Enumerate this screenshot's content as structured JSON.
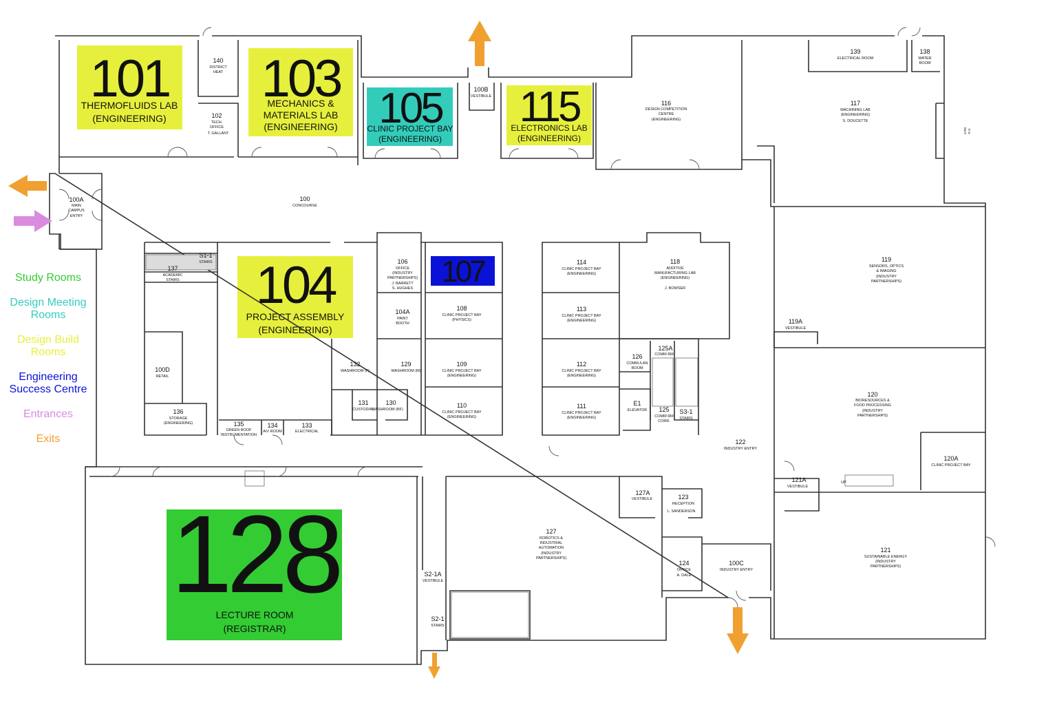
{
  "colors": {
    "study": "#33cc33",
    "design_meeting": "#33ccbb",
    "design_build": "#e6f03c",
    "success": "#0a12d6",
    "entrance": "#d98be0",
    "exit": "#f0a030",
    "wall": "#333333"
  },
  "legend": [
    {
      "label": "Study Rooms",
      "color": "#33cc33"
    },
    {
      "label": "Design Meeting Rooms",
      "color": "#33ccbb"
    },
    {
      "label": "Design Build Rooms",
      "color": "#e6f03c"
    },
    {
      "label": "Engineering Success Centre",
      "color": "#0a12d6"
    },
    {
      "label": "Entrances",
      "color": "#d98be0"
    },
    {
      "label": "Exits",
      "color": "#f0a030"
    }
  ],
  "highlight_rooms": {
    "r101": {
      "num": "101",
      "l1": "THERMOFLUIDS LAB",
      "l2": "(ENGINEERING)"
    },
    "r103": {
      "num": "103",
      "l1": "MECHANICS &",
      "l2": "MATERIALS LAB",
      "l3": "(ENGINEERING)"
    },
    "r105": {
      "num": "105",
      "l1": "CLINIC PROJECT BAY",
      "l2": "(ENGINEERING)"
    },
    "r115": {
      "num": "115",
      "l1": "ELECTRONICS LAB",
      "l2": "(ENGINEERING)"
    },
    "r104": {
      "num": "104",
      "l1": "PROJECT ASSEMBLY",
      "l2": "(ENGINEERING)"
    },
    "r107": {
      "num": "107"
    },
    "r128": {
      "num": "128",
      "l1": "LECTURE ROOM",
      "l2": "(REGISTRAR)"
    }
  },
  "rooms": {
    "r140": {
      "num": "140",
      "l1": "DISTRICT",
      "l2": "HEAT"
    },
    "r102": {
      "num": "102",
      "l1": "TECH.",
      "l2": "OFFICE",
      "l3": "T. GALLANT"
    },
    "r100b": {
      "num": "100B",
      "l1": "VESTIBULE"
    },
    "r116": {
      "num": "116",
      "l1": "DESIGN COMPETITION",
      "l2": "CENTRE",
      "l3": "(ENGINEERING)"
    },
    "r139": {
      "num": "139",
      "l1": "ELECTRICAL ROOM"
    },
    "r138": {
      "num": "138",
      "l1": "WATER",
      "l2": "ROOM"
    },
    "r117": {
      "num": "117",
      "l1": "MACHINING LAB",
      "l2": "(ENGINEERING)",
      "l3": "S. DOUCETTE"
    },
    "r100a": {
      "num": "100A",
      "l1": "MAIN",
      "l2": "CAMPUS",
      "l3": "ENTRY"
    },
    "r100": {
      "num": "100",
      "l1": "CONCOURSE"
    },
    "rs11": {
      "num": "S1-1",
      "l1": "STAIRS"
    },
    "r137": {
      "num": "137",
      "l1": "ACADEMIC",
      "l2": "STAIRS"
    },
    "r106": {
      "num": "106",
      "l1": "OFFICE",
      "l2": "(INDUSTRY",
      "l3": "PARTNERSHIPS)",
      "l4": "J. BARRETT",
      "l5": "S. HUGHES"
    },
    "r104a": {
      "num": "104A",
      "l1": "PAINT",
      "l2": "BOOTH"
    },
    "r108": {
      "num": "108",
      "l1": "CLINIC PROJECT BAY",
      "l2": "(PHYSICS)"
    },
    "r109": {
      "num": "109",
      "l1": "CLINIC PROJECT BAY",
      "l2": "(ENGINEERING)"
    },
    "r110": {
      "num": "110",
      "l1": "CLINIC PROJECT BAY",
      "l2": "(ENGINEERING)"
    },
    "r132": {
      "num": "132",
      "l1": "WASHROOM (F)"
    },
    "r129": {
      "num": "129",
      "l1": "WASHROOM (M)"
    },
    "r131": {
      "num": "131",
      "l1": "CUSTODIAL"
    },
    "r130": {
      "num": "130",
      "l1": "WASHROOM (BF)"
    },
    "r100d": {
      "num": "100D",
      "l1": "RETAIL"
    },
    "r136": {
      "num": "136",
      "l1": "STORAGE",
      "l2": "(ENGINEERING)"
    },
    "r135": {
      "num": "135",
      "l1": "GREEN ROOF",
      "l2": "INSTRUMENTATION"
    },
    "r134": {
      "num": "134",
      "l1": "A/V ROOM"
    },
    "r133": {
      "num": "133",
      "l1": "ELECTRICAL"
    },
    "r114": {
      "num": "114",
      "l1": "CLINIC PROJECT BAY",
      "l2": "(ENGINEERING)"
    },
    "r113": {
      "num": "113",
      "l1": "CLINIC PROJECT BAY",
      "l2": "(ENGINEERING)"
    },
    "r112": {
      "num": "112",
      "l1": "CLINIC PROJECT BAY",
      "l2": "(ENGINEERING)"
    },
    "r111": {
      "num": "111",
      "l1": "CLINIC PROJECT BAY",
      "l2": "(ENGINEERING)"
    },
    "r118": {
      "num": "118",
      "l1": "ADDITIVE",
      "l2": "MANUFACTURING LAB",
      "l3": "(ENGINEERING)",
      "l4": "J. BOWSER"
    },
    "r126": {
      "num": "126",
      "l1": "COMM./LAN",
      "l2": "ROOM"
    },
    "r125a": {
      "num": "125A",
      "l1": "COMM RM"
    },
    "r125": {
      "num": "125",
      "l1": "COMM RM",
      "l2": "CORR."
    },
    "re1": {
      "num": "E1",
      "l1": "ELEVATOR"
    },
    "rs31": {
      "num": "S3-1",
      "l1": "STAIRS"
    },
    "r122": {
      "num": "122",
      "l1": "INDUSTRY ENTRY"
    },
    "r119": {
      "num": "119",
      "l1": "SENSORS, OPTICS",
      "l2": "& IMAGING",
      "l3": "(INDUSTRY",
      "l4": "PARTNERSHIPS)"
    },
    "r119a": {
      "num": "119A",
      "l1": "VESTIBULE"
    },
    "r120": {
      "num": "120",
      "l1": "BIORESOURCES &",
      "l2": "FOOD PROCESSING",
      "l3": "(INDUSTRY",
      "l4": "PARTNERSHIPS)"
    },
    "r120a": {
      "num": "120A",
      "l1": "CLINIC PROJECT BAY"
    },
    "r121a": {
      "num": "121A",
      "l1": "VESTIBULE"
    },
    "r121": {
      "num": "121",
      "l1": "SUSTAINABLE ENERGY",
      "l2": "(INDUSTRY",
      "l3": "PARTNERSHIPS)"
    },
    "r127a": {
      "num": "127A",
      "l1": "VESTIBULE"
    },
    "r127": {
      "num": "127",
      "l1": "ROBOTICS &",
      "l2": "INDUSTRIAL",
      "l3": "AUTOMATION",
      "l4": "(INDUSTRY",
      "l5": "PARTNERSHIPS)"
    },
    "r123": {
      "num": "123",
      "l1": "RECEPTION",
      "l2": "L. SANDERSON"
    },
    "r124": {
      "num": "124",
      "l1": "OFFICE",
      "l2": "A. DALE"
    },
    "r100c": {
      "num": "100C",
      "l1": "INDUSTRY ENTRY"
    },
    "rs21a": {
      "num": "S2-1A",
      "l1": "VESTIBULE"
    },
    "rs21": {
      "num": "S2-1",
      "l1": "STAIRS"
    },
    "up": {
      "l1": "UP"
    }
  },
  "dim_note": {
    "l1": "4700",
    "l2": "R.O."
  }
}
